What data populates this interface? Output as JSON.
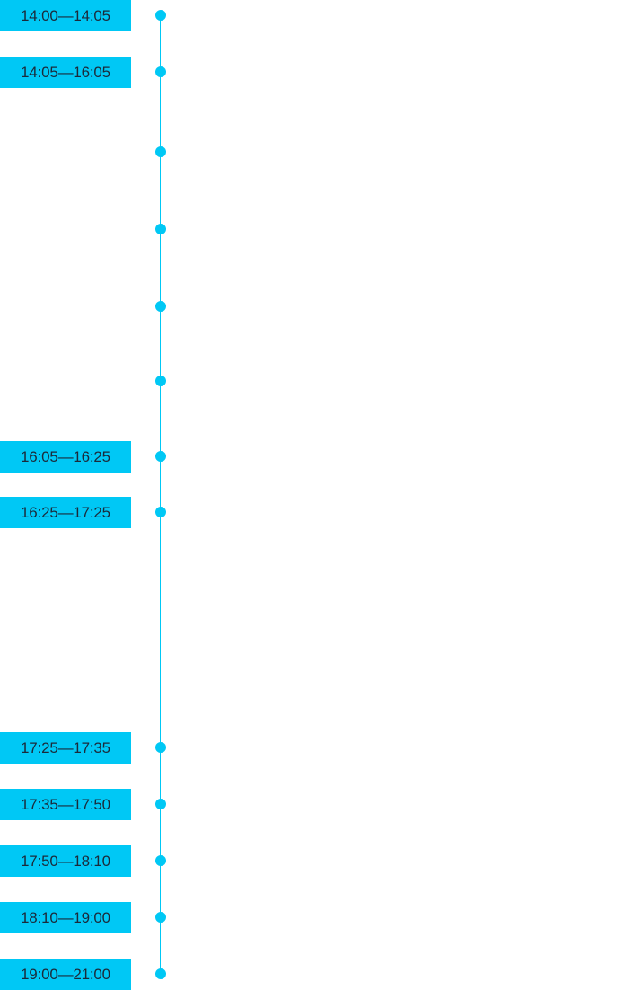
{
  "accent_color": "#00c8f5",
  "text_color": "#1b2a3a",
  "schedule": {
    "entries": [
      {
        "time": "14:00—14:05"
      },
      {
        "time": "14:05—16:05"
      },
      {
        "time": ""
      },
      {
        "time": ""
      },
      {
        "time": ""
      },
      {
        "time": ""
      },
      {
        "time": "16:05—16:25"
      },
      {
        "time": "16:25—17:25"
      },
      {
        "time": "17:25—17:35"
      },
      {
        "time": "17:35—17:50"
      },
      {
        "time": "17:50—18:10"
      },
      {
        "time": "18:10—19:00"
      },
      {
        "time": "19:00—21:00"
      }
    ]
  }
}
